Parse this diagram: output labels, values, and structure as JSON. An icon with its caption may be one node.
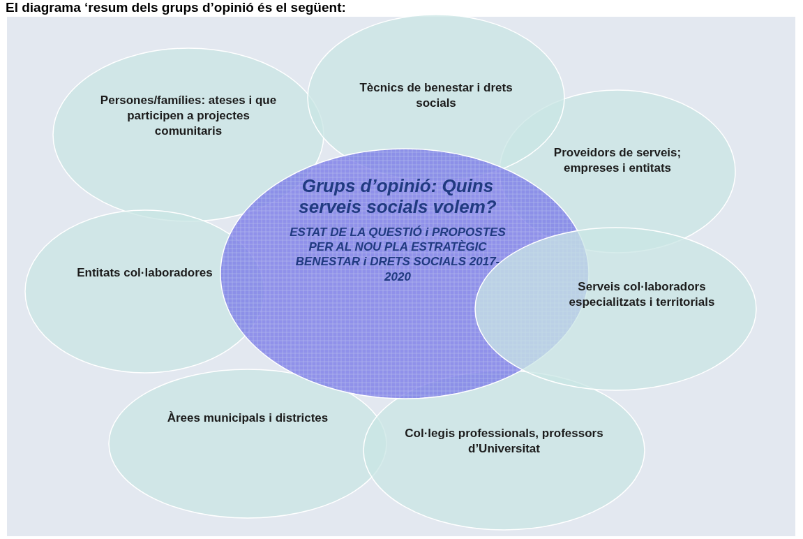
{
  "diagram": {
    "title": "El diagrama ‘resum dels grups d’opinió és el següent:",
    "nodes": [
      {
        "text": [
          "Persones/famílies: ateses i que participen a projectes comunitaris"
        ]
      },
      {
        "text": [
          "Tècnics de benestar i drets socials"
        ]
      },
      {
        "text": [
          "Proveidors de serveis; empreses i entitats"
        ]
      },
      {
        "text": [
          "Grups d’opinió: Quins serveis socials volem?",
          "ESTAT DE LA QUESTIÓ i PROPOSTES PER AL NOU PLA ESTRATÈGIC BENESTAR i DRETS SOCIALS 2017-2020"
        ]
      },
      {
        "text": [
          "Entitats col·laboradores"
        ]
      },
      {
        "text": [
          "Serveis col·laboradors especialitzats i territorials"
        ]
      },
      {
        "text": [
          "Àrees municipals i districtes"
        ]
      },
      {
        "text": [
          "Col·legis professionals, professors d’Universitat"
        ]
      }
    ],
    "edges": []
  }
}
